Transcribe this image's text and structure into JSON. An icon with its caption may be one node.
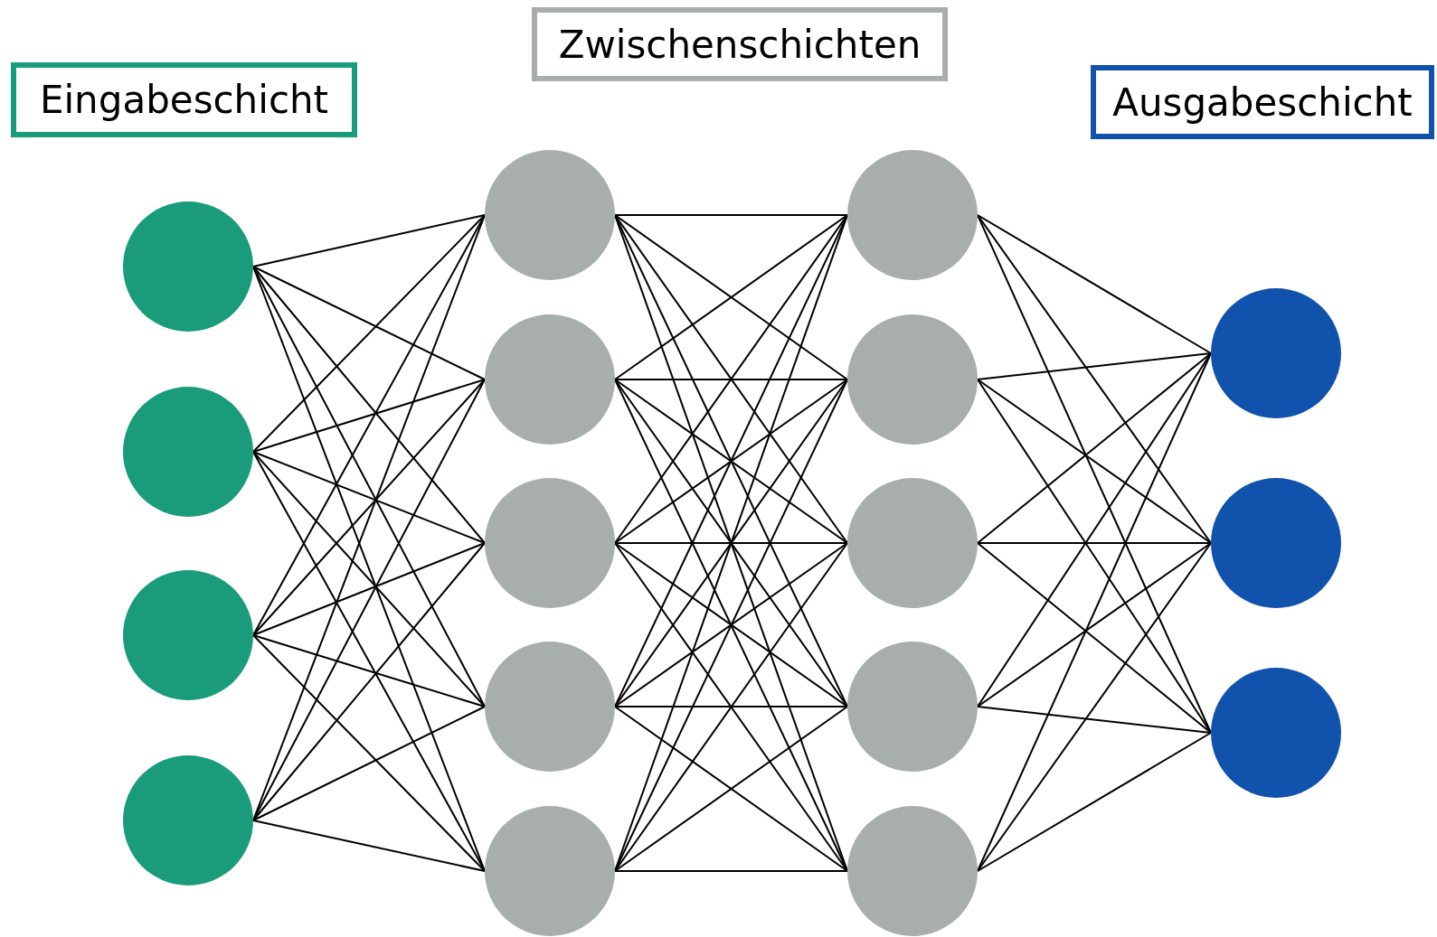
{
  "diagram": {
    "nodes": [
      {
        "text": [
          "Zwischenschichten"
        ]
      },
      {
        "text": [
          "Eingabeschicht"
        ]
      },
      {
        "text": [
          "Ausgabeschicht"
        ]
      },
      {
        "text": [],
        "shape": "circle"
      },
      {
        "text": [],
        "shape": "circle"
      },
      {
        "text": [],
        "shape": "circle"
      },
      {
        "text": [],
        "shape": "circle"
      },
      {
        "text": [],
        "shape": "circle"
      },
      {
        "text": [],
        "shape": "circle"
      },
      {
        "text": [],
        "shape": "circle"
      },
      {
        "text": [],
        "shape": "circle"
      },
      {
        "text": [],
        "shape": "circle"
      },
      {
        "text": [],
        "shape": "circle"
      },
      {
        "text": [],
        "shape": "circle"
      },
      {
        "text": [],
        "shape": "circle"
      },
      {
        "text": [],
        "shape": "circle"
      },
      {
        "text": [],
        "shape": "circle"
      },
      {
        "text": [],
        "shape": "circle"
      },
      {
        "text": [],
        "shape": "circle"
      },
      {
        "text": [],
        "shape": "circle"
      }
    ],
    "edges": [
      {
        "from": 3,
        "to": 7,
        "arrow": "none"
      },
      {
        "from": 3,
        "to": 8,
        "arrow": "none"
      },
      {
        "from": 3,
        "to": 9,
        "arrow": "none"
      },
      {
        "from": 3,
        "to": 10,
        "arrow": "none"
      },
      {
        "from": 3,
        "to": 11,
        "arrow": "none"
      },
      {
        "from": 4,
        "to": 7,
        "arrow": "none"
      },
      {
        "from": 4,
        "to": 8,
        "arrow": "none"
      },
      {
        "from": 4,
        "to": 9,
        "arrow": "none"
      },
      {
        "from": 4,
        "to": 10,
        "arrow": "none"
      },
      {
        "from": 4,
        "to": 11,
        "arrow": "none"
      },
      {
        "from": 5,
        "to": 7,
        "arrow": "none"
      },
      {
        "from": 5,
        "to": 8,
        "arrow": "none"
      },
      {
        "from": 5,
        "to": 9,
        "arrow": "none"
      },
      {
        "from": 5,
        "to": 10,
        "arrow": "none"
      },
      {
        "from": 5,
        "to": 11,
        "arrow": "none"
      },
      {
        "from": 6,
        "to": 7,
        "arrow": "none"
      },
      {
        "from": 6,
        "to": 8,
        "arrow": "none"
      },
      {
        "from": 6,
        "to": 9,
        "arrow": "none"
      },
      {
        "from": 6,
        "to": 10,
        "arrow": "none"
      },
      {
        "from": 6,
        "to": 11,
        "arrow": "none"
      },
      {
        "from": 7,
        "to": 12,
        "arrow": "none"
      },
      {
        "from": 7,
        "to": 13,
        "arrow": "none"
      },
      {
        "from": 7,
        "to": 14,
        "arrow": "none"
      },
      {
        "from": 7,
        "to": 15,
        "arrow": "none"
      },
      {
        "from": 7,
        "to": 16,
        "arrow": "none"
      },
      {
        "from": 8,
        "to": 12,
        "arrow": "none"
      },
      {
        "from": 8,
        "to": 13,
        "arrow": "none"
      },
      {
        "from": 8,
        "to": 14,
        "arrow": "none"
      },
      {
        "from": 8,
        "to": 15,
        "arrow": "none"
      },
      {
        "from": 8,
        "to": 16,
        "arrow": "none"
      },
      {
        "from": 9,
        "to": 12,
        "arrow": "none"
      },
      {
        "from": 9,
        "to": 13,
        "arrow": "none"
      },
      {
        "from": 9,
        "to": 14,
        "arrow": "none"
      },
      {
        "from": 9,
        "to": 15,
        "arrow": "none"
      },
      {
        "from": 9,
        "to": 16,
        "arrow": "none"
      },
      {
        "from": 10,
        "to": 12,
        "arrow": "none"
      },
      {
        "from": 10,
        "to": 13,
        "arrow": "none"
      },
      {
        "from": 10,
        "to": 14,
        "arrow": "none"
      },
      {
        "from": 10,
        "to": 15,
        "arrow": "none"
      },
      {
        "from": 10,
        "to": 16,
        "arrow": "none"
      },
      {
        "from": 11,
        "to": 12,
        "arrow": "none"
      },
      {
        "from": 11,
        "to": 13,
        "arrow": "none"
      },
      {
        "from": 11,
        "to": 14,
        "arrow": "none"
      },
      {
        "from": 11,
        "to": 15,
        "arrow": "none"
      },
      {
        "from": 11,
        "to": 16,
        "arrow": "none"
      },
      {
        "from": 12,
        "to": 17,
        "arrow": "none"
      },
      {
        "from": 12,
        "to": 18,
        "arrow": "none"
      },
      {
        "from": 12,
        "to": 19,
        "arrow": "none"
      },
      {
        "from": 13,
        "to": 17,
        "arrow": "none"
      },
      {
        "from": 13,
        "to": 18,
        "arrow": "none"
      },
      {
        "from": 13,
        "to": 19,
        "arrow": "none"
      },
      {
        "from": 14,
        "to": 17,
        "arrow": "none"
      },
      {
        "from": 14,
        "to": 18,
        "arrow": "none"
      },
      {
        "from": 14,
        "to": 19,
        "arrow": "none"
      },
      {
        "from": 15,
        "to": 17,
        "arrow": "none"
      },
      {
        "from": 15,
        "to": 18,
        "arrow": "none"
      },
      {
        "from": 15,
        "to": 19,
        "arrow": "none"
      },
      {
        "from": 16,
        "to": 17,
        "arrow": "none"
      },
      {
        "from": 16,
        "to": 18,
        "arrow": "none"
      },
      {
        "from": 16,
        "to": 19,
        "arrow": "none"
      }
    ]
  }
}
